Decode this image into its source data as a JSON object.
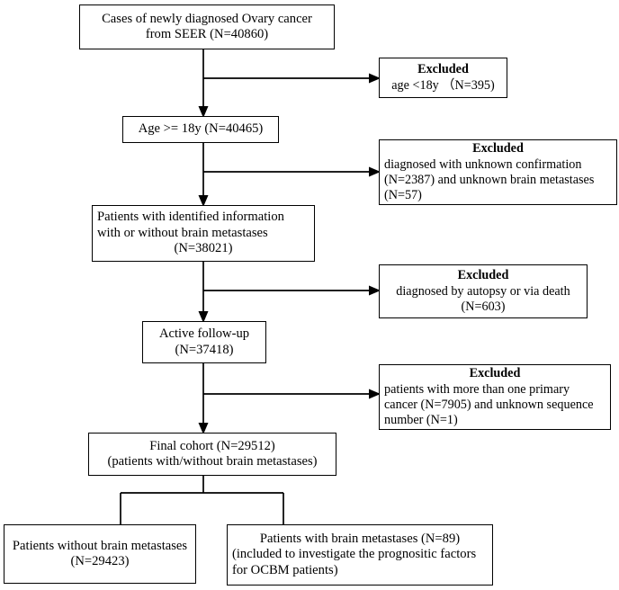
{
  "figure": {
    "type": "flowchart",
    "title": "Patient selection flow diagram (SEER Ovary cancer cohort)",
    "orientation": "top-to-bottom with right-side exclusion branches"
  },
  "nodes": {
    "source": {
      "id": "source",
      "lines": [
        "Cases of newly diagnosed Ovary cancer",
        "from SEER (N=40860)"
      ],
      "count": "40860"
    },
    "age": {
      "id": "age",
      "lines": [
        "Age >= 18y (N=40465)"
      ],
      "count": "40465"
    },
    "identified": {
      "id": "identified",
      "lines": [
        "Patients with identified information",
        "with or without brain metastases",
        "(N=38021)"
      ],
      "count": "38021"
    },
    "active": {
      "id": "active",
      "lines": [
        "Active follow-up",
        "(N=37418)"
      ],
      "count": "37418"
    },
    "final": {
      "id": "final",
      "lines": [
        "Final cohort (N=29512)",
        "(patients with/without brain metastases)"
      ],
      "count": "29512"
    },
    "no_bm": {
      "id": "no_bm",
      "lines": [
        "Patients without brain metastases",
        "(N=29423)"
      ],
      "count": "29423"
    },
    "bm": {
      "id": "bm",
      "lines": [
        "Patients with brain metastases (N=89)",
        "(included to investigate the prognositic factors",
        "for OCBM patients)"
      ],
      "count": "89"
    }
  },
  "exclusions": {
    "age_under_18": {
      "header": "Excluded",
      "lines": [
        "age <18y  （N=395)"
      ],
      "count": "395"
    },
    "unknown_confirmation": {
      "header": "Excluded",
      "lines": [
        "diagnosed with unknown  confirmation",
        "(N=2387) and unknown brain metastases",
        "(N=57)"
      ],
      "counts": [
        "2387",
        "57"
      ]
    },
    "autopsy_death": {
      "header": "Excluded",
      "lines": [
        "diagnosed by autopsy or via death",
        "(N=603)"
      ],
      "count": "603"
    },
    "multiple_primary": {
      "header": "Excluded",
      "lines": [
        "patients with more than one primary",
        "cancer (N=7905) and unknown sequence",
        "number (N=1)"
      ],
      "counts": [
        "7905",
        "1"
      ]
    }
  },
  "colors": {
    "stroke": "#000000",
    "box_fill": "#ffffff",
    "text": "#000000",
    "background": "#ffffff"
  }
}
